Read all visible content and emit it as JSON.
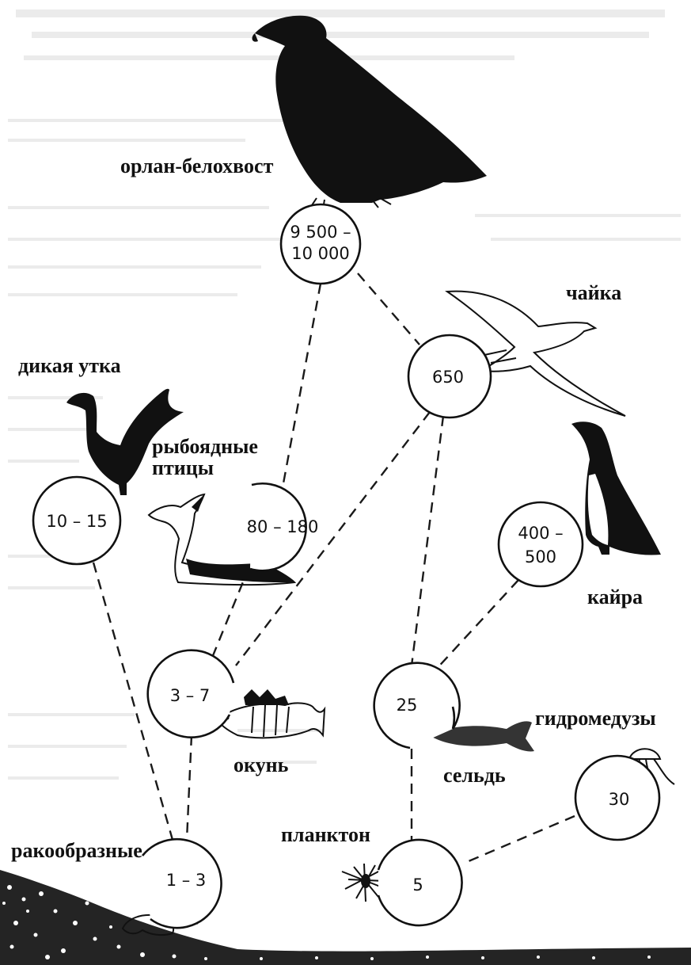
{
  "labels": {
    "eagle": "орлан-белохвост",
    "gull": "чайка",
    "duck": "дикая утка",
    "fish_birds": "рыбоядные птицы",
    "guillemot": "кайра",
    "jellyfish": "гидромедузы",
    "perch": "окунь",
    "herring": "сельдь",
    "plankton": "планктон",
    "crustaceans": "ракообразные"
  },
  "nodes": {
    "eagle": {
      "line1": "9 500 –",
      "line2": "10 000"
    },
    "gull": {
      "value": "650"
    },
    "duck": {
      "value": "10 – 15"
    },
    "fish_birds": {
      "value": "80 – 180"
    },
    "guillemot": {
      "line1": "400 –",
      "line2": "500"
    },
    "perch": {
      "value": "3 – 7"
    },
    "herring": {
      "value": "25"
    },
    "jellyfish": {
      "value": "30"
    },
    "plankton": {
      "value": "5"
    },
    "crustaceans": {
      "value": "1 – 3"
    }
  },
  "icons": [
    "eagle-icon",
    "gull-icon",
    "duck-icon",
    "grebe-icon",
    "guillemot-icon",
    "perch-icon",
    "herring-icon",
    "jellyfish-icon",
    "plankton-icon",
    "shrimp-icon",
    "seabed-icon"
  ],
  "colors": {
    "ink": "#111111",
    "paper": "#ffffff"
  }
}
